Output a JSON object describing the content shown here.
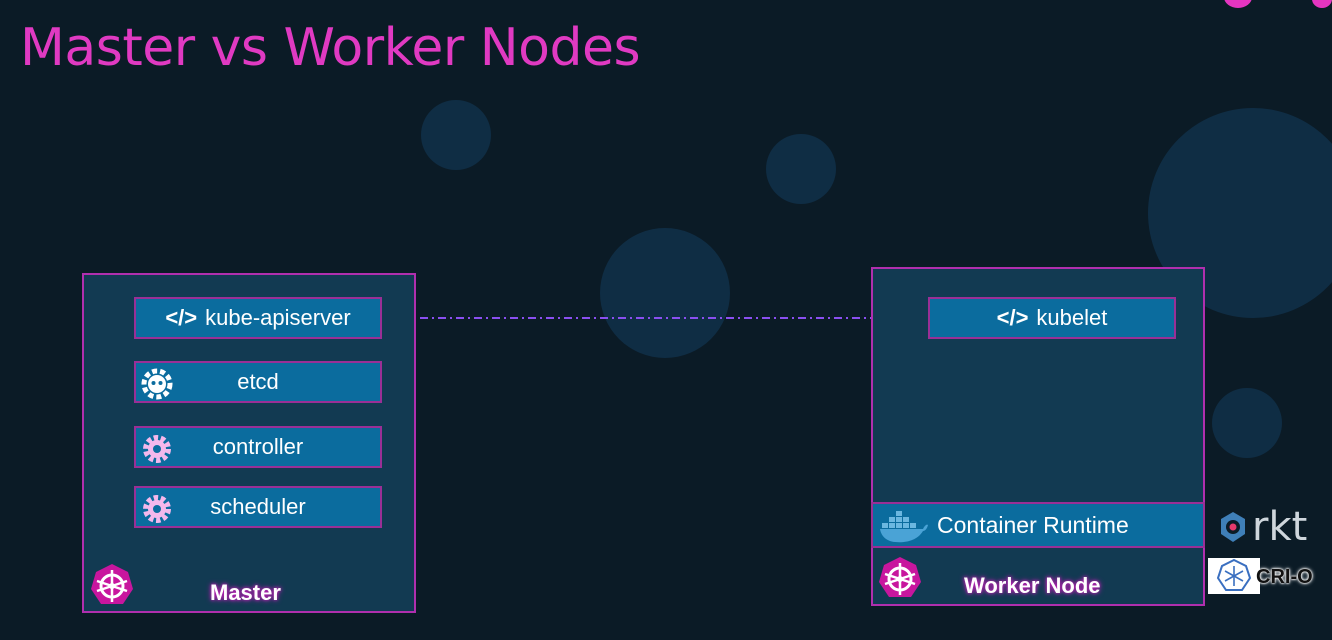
{
  "slide": {
    "title": "Master vs Worker Nodes"
  },
  "master": {
    "label": "Master",
    "components": [
      {
        "code": "</>",
        "label": "kube-apiserver",
        "icon": "code-icon"
      },
      {
        "label": "etcd",
        "icon": "etcd-gear-icon"
      },
      {
        "label": "controller",
        "icon": "gear-icon"
      },
      {
        "label": "scheduler",
        "icon": "gear-icon"
      }
    ]
  },
  "worker": {
    "label": "Worker Node",
    "kubelet": {
      "code": "</>",
      "label": "kubelet"
    },
    "runtime": {
      "label": "Container Runtime",
      "icon": "docker-whale-icon"
    }
  },
  "runtimes": {
    "rkt": "rkt",
    "crio": "CRI-O"
  },
  "colors": {
    "background": "#0b1b26",
    "title": "#e03ac2",
    "node_fill": "#123a52",
    "node_border": "#b02fae",
    "component_fill": "#0b6c9e",
    "arrow": "#8a4ff0"
  }
}
